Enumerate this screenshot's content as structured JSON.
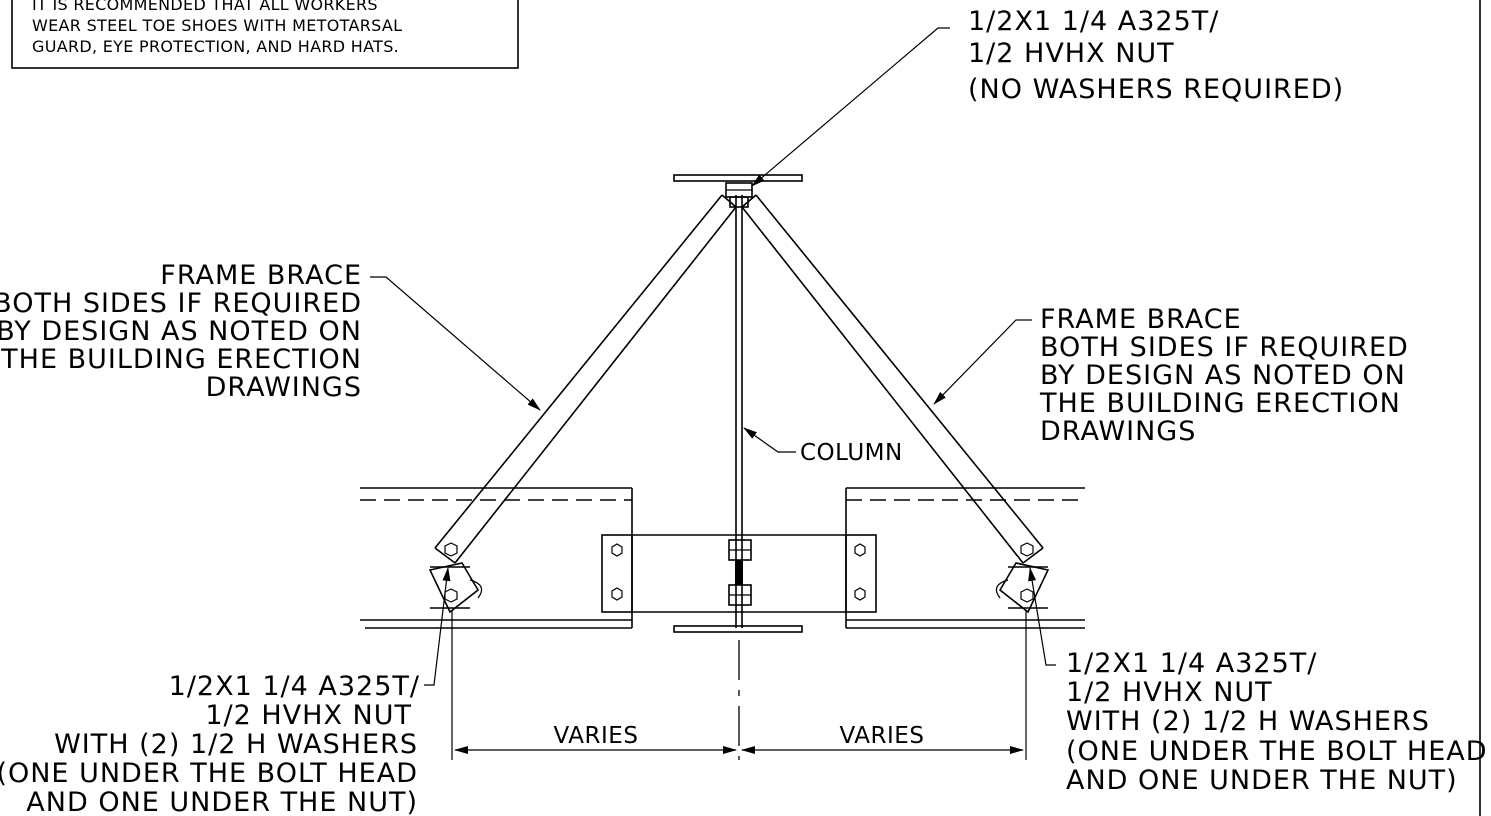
{
  "safety_note": {
    "lines": [
      "IT IS RECOMMENDED THAT ALL WORKERS",
      "WEAR STEEL TOE SHOES WITH METOTARSAL",
      "GUARD, EYE PROTECTION, AND HARD HATS."
    ]
  },
  "top_callout": {
    "lines": [
      "1/2X1 1/4 A325T/",
      "1/2 HVHX NUT",
      "(NO WASHERS REQUIRED)"
    ]
  },
  "frame_brace_left": {
    "lines": [
      "FRAME BRACE",
      "BOTH SIDES IF REQUIRED",
      "BY DESIGN AS NOTED ON",
      "THE BUILDING ERECTION",
      "DRAWINGS"
    ]
  },
  "frame_brace_right": {
    "lines": [
      "FRAME BRACE",
      "BOTH SIDES IF REQUIRED",
      "BY DESIGN AS NOTED ON",
      "THE BUILDING ERECTION",
      "DRAWINGS"
    ]
  },
  "column_label": "COLUMN",
  "bottom_left_callout": {
    "lines": [
      "1/2X1 1/4 A325T/",
      "1/2 HVHX NUT",
      "WITH (2) 1/2 H WASHERS",
      "(ONE UNDER THE BOLT HEAD",
      "AND ONE UNDER THE NUT)"
    ]
  },
  "bottom_right_callout": {
    "lines": [
      "1/2X1 1/4 A325T/",
      "1/2 HVHX NUT",
      "WITH (2) 1/2 H WASHERS",
      "(ONE UNDER THE BOLT HEAD",
      "AND ONE UNDER THE NUT)"
    ]
  },
  "dimension_left": "VARIES",
  "dimension_right": "VARIES"
}
